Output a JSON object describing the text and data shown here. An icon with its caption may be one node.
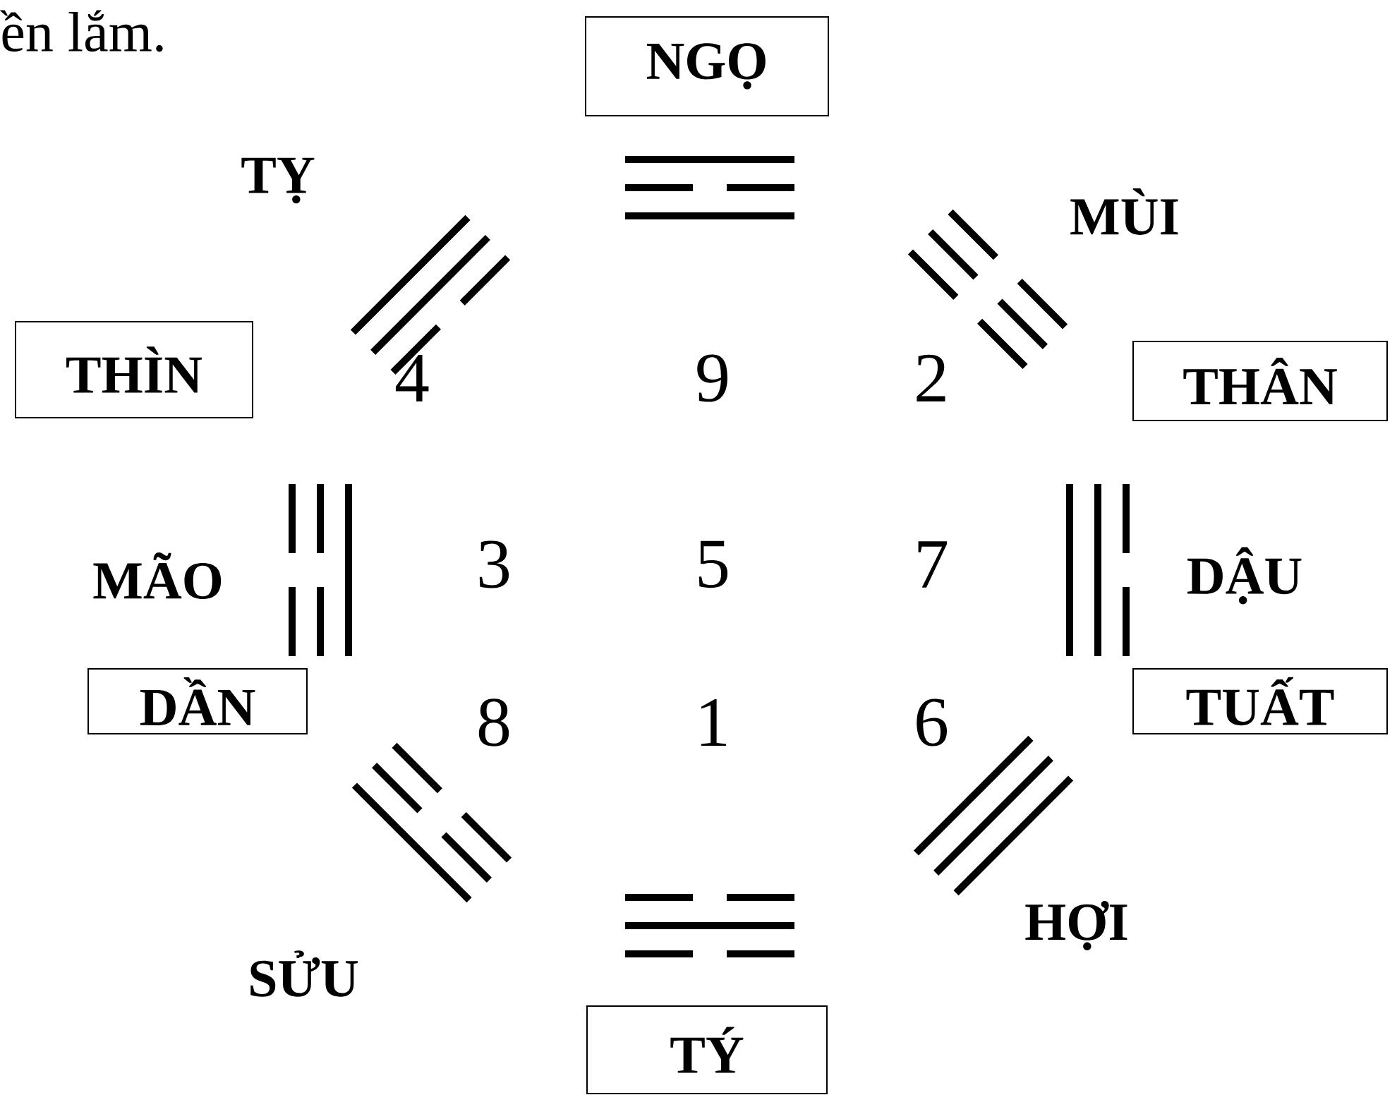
{
  "diagram": {
    "nodes": [
      {
        "text": [
          "NGỌ"
        ]
      },
      {
        "text": [
          "THÌN"
        ]
      },
      {
        "text": [
          "THÂN"
        ]
      },
      {
        "text": [
          "DẦN"
        ]
      },
      {
        "text": [
          "TUẤT"
        ]
      },
      {
        "text": [
          "TÝ"
        ]
      }
    ],
    "labels": [
      "ền lắm.",
      "TỴ",
      "MÙI",
      "4",
      "9",
      "2",
      "MÃO",
      "3",
      "5",
      "7",
      "DẬU",
      "8",
      "1",
      "6",
      "HỢI",
      "SỬU"
    ]
  }
}
